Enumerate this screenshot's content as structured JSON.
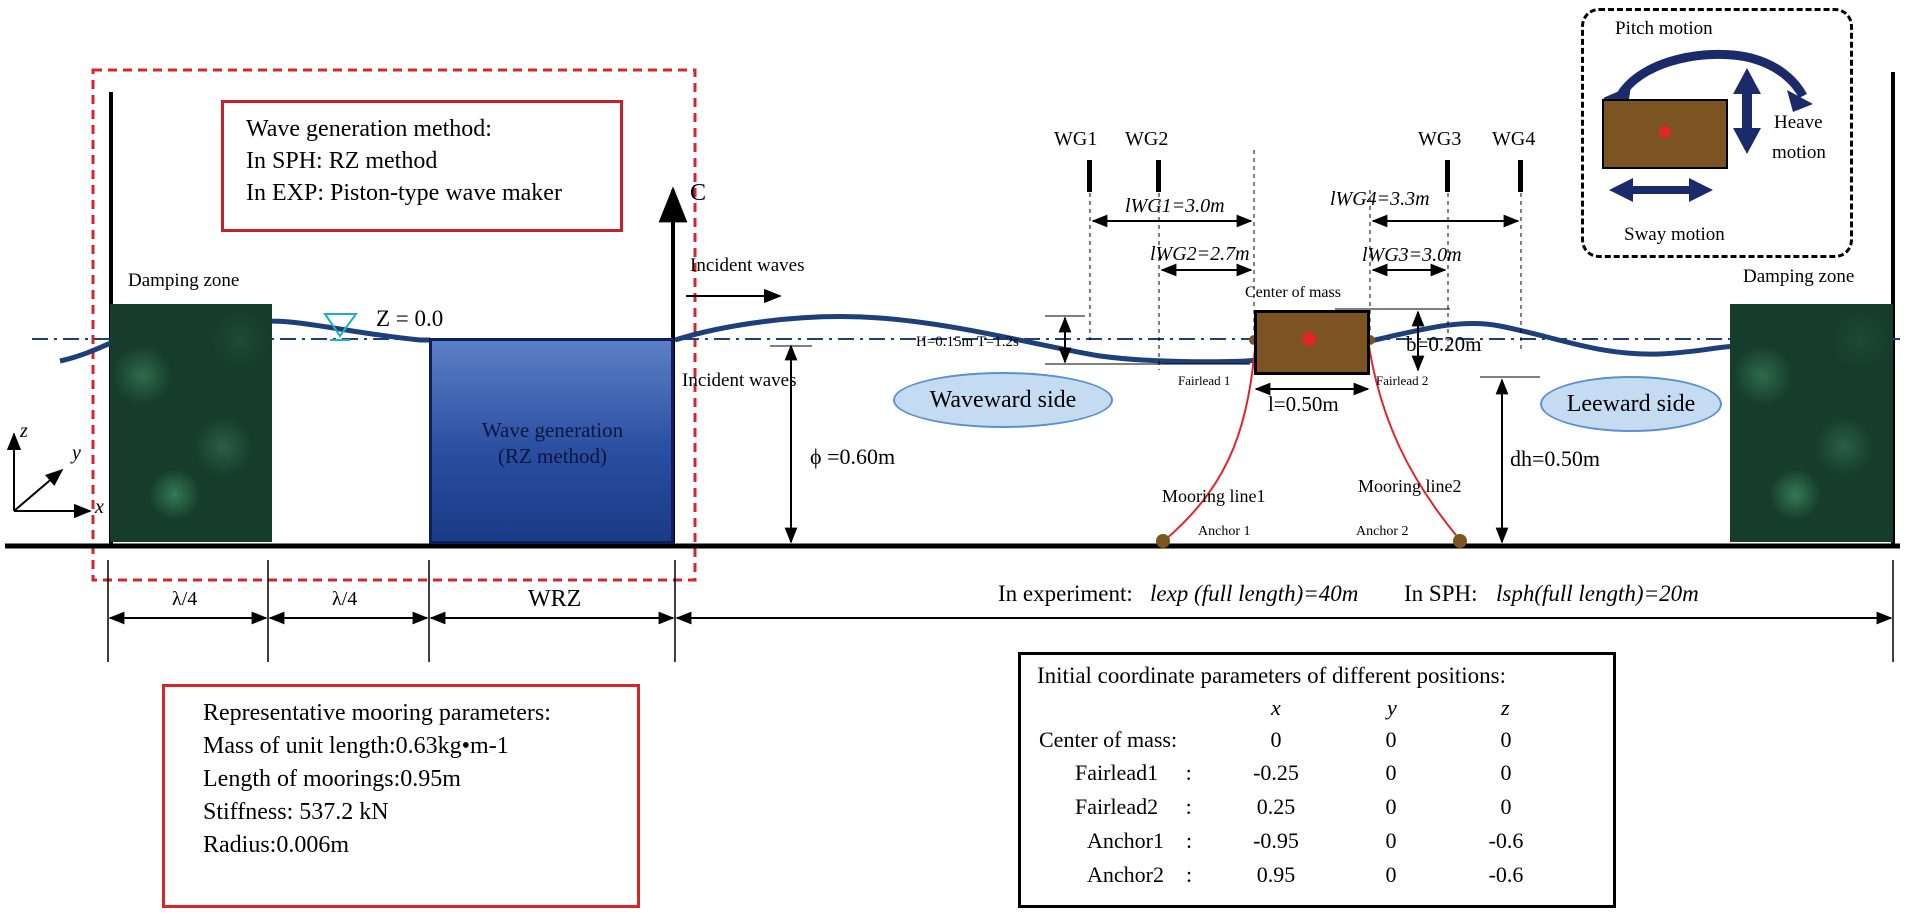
{
  "wave_generation_box": {
    "title": "Wave generation method:",
    "sph": "In SPH: RZ method",
    "exp": "In EXP: Piston-type wave maker"
  },
  "motion_box": {
    "pitch": "Pitch motion",
    "heave_line1": "Heave",
    "heave_line2": "motion",
    "sway": "Sway motion"
  },
  "labels": {
    "damping_zone_left": "Damping  zone",
    "damping_zone_right": "Damping  zone",
    "z_zero": "Z = 0.0",
    "c": "C",
    "incident_waves_top": "Incident waves",
    "incident_waves_mid": "Incident  waves",
    "wave_generation_line1": "Wave generation",
    "wave_generation_line2": "(RZ method)",
    "wave_params": "H=0.15m  T=1.2s",
    "depth": "ϕ =0.60m",
    "waveward": "Waveward side",
    "leeward": "Leeward side",
    "center_of_mass": "Center of mass",
    "fairlead1": "Fairlead 1",
    "fairlead2": "Fairlead 2",
    "body_length": "l=0.50m",
    "body_height": "b=0.20m",
    "dh": "dh=0.50m",
    "mooring1": "Mooring line1",
    "mooring2": "Mooring line2",
    "anchor1": "Anchor 1",
    "anchor2": "Anchor 2",
    "wg1": "WG1",
    "wg2": "WG2",
    "wg3": "WG3",
    "wg4": "WG4",
    "lwg1": "lWG1=3.0m",
    "lwg2": "lWG2=2.7m",
    "lwg3": "lWG3=3.0m",
    "lwg4": "lWG4=3.3m",
    "axis_z": "z",
    "axis_y": "y",
    "axis_x": "x",
    "lambda1": "λ/4",
    "lambda2": "λ/4",
    "wrz": "WRZ",
    "exp_length_prefix": "In experiment:",
    "exp_length": "lexp (full  length)=40m",
    "sph_length_prefix": "In SPH:",
    "sph_length": "lsph(full  length)=20m"
  },
  "mooring_params": {
    "title": "Representative mooring parameters:",
    "mass": "Mass of unit length:0.63kg•m-1",
    "length": "Length of moorings:0.95m",
    "stiffness": "Stiffness: 537.2 kN",
    "radius": "Radius:0.006m"
  },
  "coord_table": {
    "title": "Initial  coordinate parameters of different positions:",
    "headers": [
      "x",
      "y",
      "z"
    ],
    "rows": [
      {
        "label": "Center of mass:",
        "x": "0",
        "y": "0",
        "z": "0"
      },
      {
        "label": "Fairlead1     :",
        "x": "-0.25",
        "y": "0",
        "z": "0"
      },
      {
        "label": "Fairlead2     :",
        "x": "0.25",
        "y": "0",
        "z": "0"
      },
      {
        "label": "Anchor1    :",
        "x": "-0.95",
        "y": "0",
        "z": "-0.6"
      },
      {
        "label": "Anchor2    :",
        "x": "0.95",
        "y": "0",
        "z": "-0.6"
      }
    ]
  },
  "colors": {
    "wave": "#1f3f7a",
    "mooring": "#e0262a",
    "red_frame": "#d6262a",
    "ellipse_fill": "#c5dbf2",
    "body": "#7b5422"
  }
}
